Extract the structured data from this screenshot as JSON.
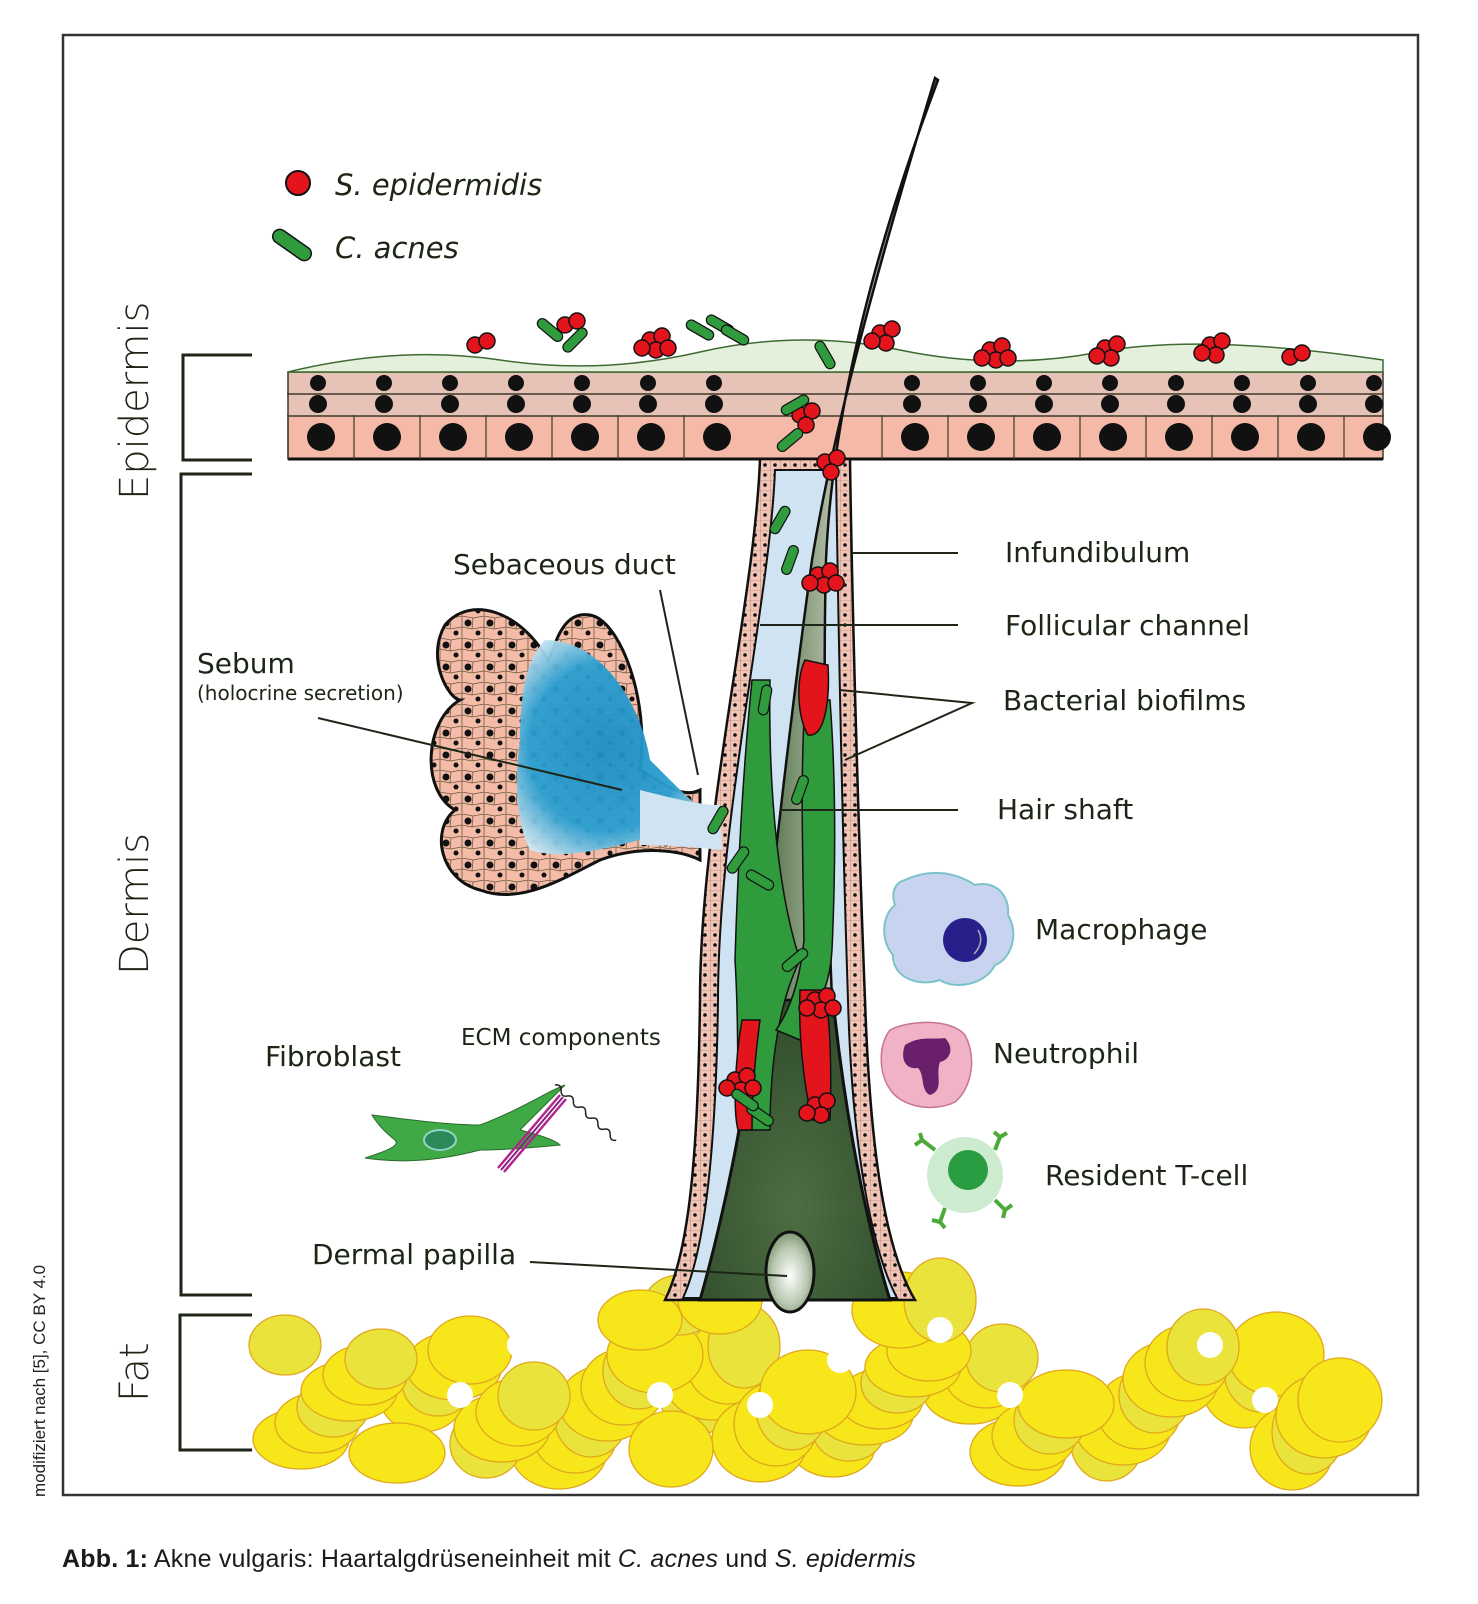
{
  "figure": {
    "title": "Acne vulgaris pilosebaceous unit diagram",
    "credit": "modifiziert nach [5], CC BY 4.0",
    "caption": {
      "prefix": "Abb. 1:",
      "text_1": " Akne vulgaris: Haartalgdrüseneinheit mit ",
      "italic_1": "C. acnes",
      "text_2": " und ",
      "italic_2": "S. epidermis"
    }
  },
  "legend": [
    {
      "icon": "red-coccus-icon",
      "label": "S. epidermidis",
      "color": "#e3141c"
    },
    {
      "icon": "green-rod-icon",
      "label": "C. acnes",
      "color": "#2f9b3d"
    }
  ],
  "regions": [
    {
      "label": "Epidermis"
    },
    {
      "label": "Dermis"
    },
    {
      "label": "Fat"
    }
  ],
  "structures": {
    "sebaceous_duct": "Sebaceous duct",
    "sebum": "Sebum",
    "sebum_sub": "(holocrine secretion)",
    "infundibulum": "Infundibulum",
    "follicular_channel": "Follicular channel",
    "bacterial_biofilms": "Bacterial biofilms",
    "hair_shaft": "Hair shaft",
    "macrophage": "Macrophage",
    "neutrophil": "Neutrophil",
    "t_cell": "Resident T-cell",
    "fibroblast": "Fibroblast",
    "ecm": "ECM components",
    "dermal_papilla": "Dermal papilla"
  },
  "colors": {
    "keratinocyte_basal": "#f5b9a8",
    "keratinocyte_upper": "#e6c3b6",
    "corneocyte": "#e4efdc",
    "follicle_wall": "#f2c4b5",
    "follicle_lumen": "#cfe3f3",
    "hair": "#3f5a35",
    "biofilm_green": "#2f9b3d",
    "biofilm_red": "#e3141c",
    "sebum_blue": "#1e92c8",
    "fat_yellow": "#f6e61a",
    "fat_outline": "#e0a81c",
    "macrophage": "#c8d4ef",
    "macrophage_nucleus": "#27208a",
    "neutrophil": "#f0b3c6",
    "neutrophil_nucleus": "#6a1f6b",
    "tcell": "#cdeccf",
    "tcell_nucleus": "#2a9d43",
    "fibroblast": "#3faa45",
    "collagen": "#b0288f",
    "outline": "#111111"
  }
}
